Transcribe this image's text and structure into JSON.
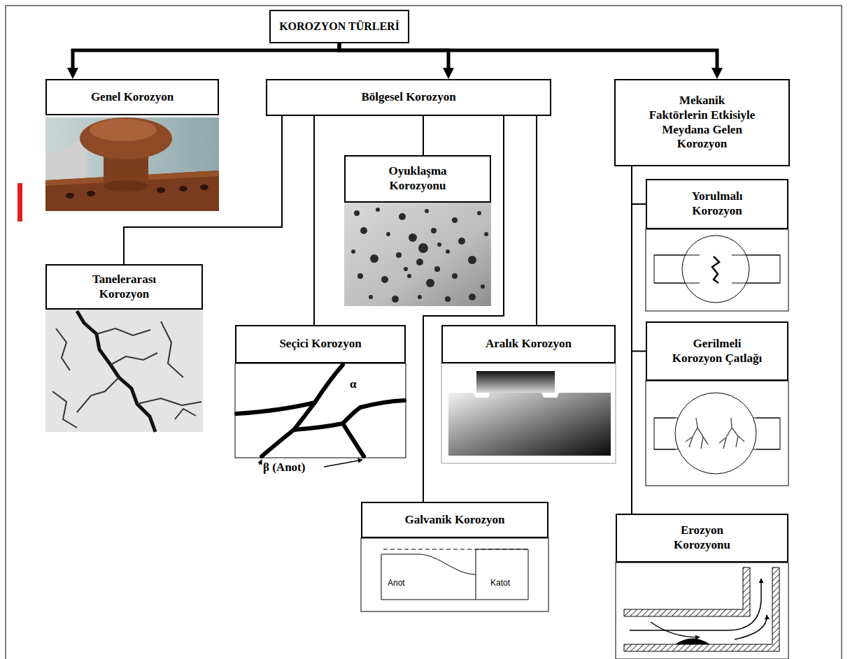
{
  "diagram": {
    "nodes": [
      {
        "text": [
          "KOROZYON TÜRLERİ"
        ]
      },
      {
        "text": [
          "Genel Korozyon"
        ]
      },
      {
        "text": [
          "Bölgesel Korozyon"
        ]
      },
      {
        "text": [
          "Mekanik Faktörlerin Etkisiyle Meydana Gelen Korozyon"
        ]
      },
      {
        "text": [
          "Oyuklaşma Korozyonu"
        ]
      },
      {
        "text": [
          "Yorulmalı Korozyon"
        ]
      },
      {
        "text": [
          "Tanelerarası Korozyon"
        ]
      },
      {
        "text": [
          "Seçici Korozyon"
        ]
      },
      {
        "text": [
          "Aralık Korozyon"
        ]
      },
      {
        "text": [
          "Gerilmeli Korozyon Çatlağı"
        ]
      },
      {
        "text": [
          "Galvanik Korozyon"
        ]
      },
      {
        "text": [
          "Erozyon Korozyonu"
        ]
      }
    ],
    "edges": [
      {
        "from": 0,
        "to": 1,
        "arrow": "to"
      },
      {
        "from": 0,
        "to": 2,
        "arrow": "to"
      },
      {
        "from": 0,
        "to": 3,
        "arrow": "to"
      },
      {
        "from": 2,
        "to": 6,
        "arrow": "none"
      },
      {
        "from": 2,
        "to": 7,
        "arrow": "none"
      },
      {
        "from": 2,
        "to": 4,
        "arrow": "none"
      },
      {
        "from": 2,
        "to": 10,
        "arrow": "none"
      },
      {
        "from": 2,
        "to": 8,
        "arrow": "none"
      },
      {
        "from": 3,
        "to": 5,
        "arrow": "none"
      },
      {
        "from": 3,
        "to": 9,
        "arrow": "none"
      },
      {
        "from": 3,
        "to": 11,
        "arrow": "none"
      }
    ],
    "labels": [
      "α",
      "β (Anot)",
      "Anot",
      "Katot"
    ]
  }
}
